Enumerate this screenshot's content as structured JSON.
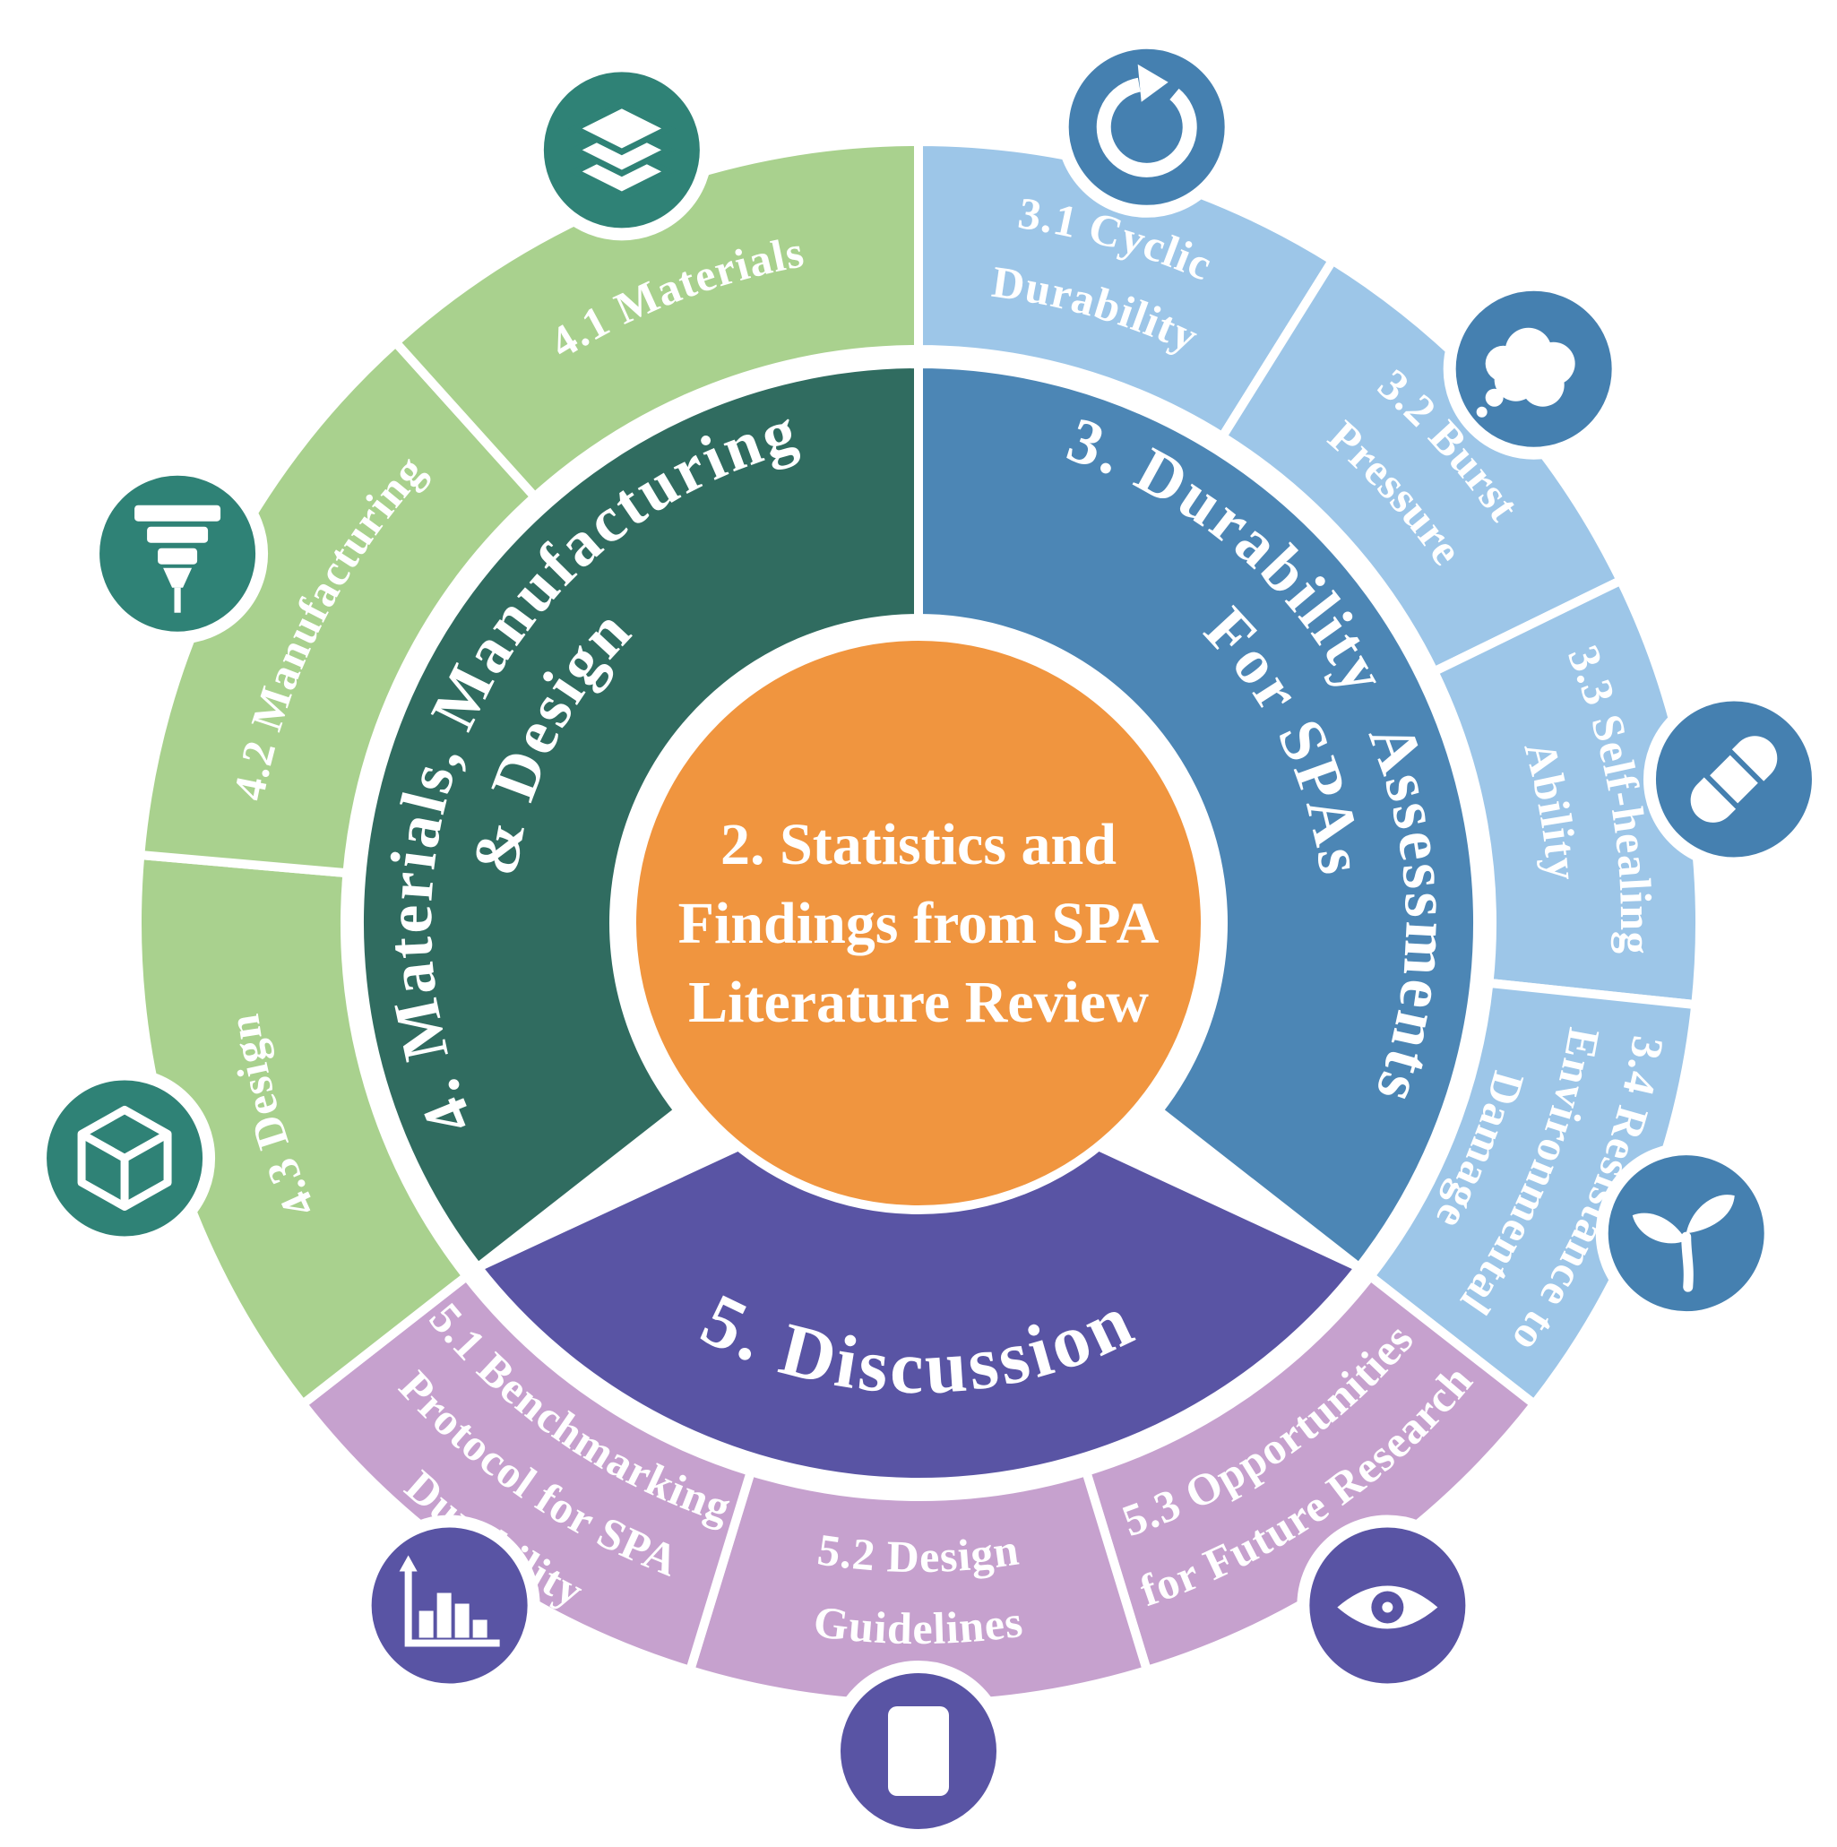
{
  "figure": {
    "background": "#ffffff",
    "center": {
      "lines": [
        "2. Statistics and",
        "Findings from SPA",
        "Literature Review"
      ],
      "color": "#F0953F"
    },
    "inner_sections": [
      {
        "id": "section-3-durability",
        "color": "#4C86B5",
        "start": 0,
        "end": 128,
        "shape": "annular",
        "readable": false,
        "lines": [
          {
            "text": "3. Durability  Assessments",
            "r": 272
          },
          {
            "text": "For SPAs",
            "r": 226
          }
        ]
      },
      {
        "id": "section-5-discussion",
        "color": "#5954A4",
        "start": 128,
        "end": 232,
        "shape": "wedge",
        "readable": true,
        "lines": [
          {
            "text": "5. Discussion",
            "r": 262
          }
        ]
      },
      {
        "id": "section-4-materials-mfg-design",
        "color": "#306C60",
        "start": 232,
        "end": 360,
        "shape": "annular",
        "readable": false,
        "lines": [
          {
            "text": "4. Materials, Manufacturing",
            "r": 272
          },
          {
            "text": "& Design",
            "r": 226
          }
        ]
      }
    ],
    "outer_segments": [
      {
        "id": "segment-3-1",
        "color": "#9DC6E8",
        "start": 0,
        "end": 32,
        "readable": false,
        "icon": "cycle-icon",
        "icon_color": "#4580B0",
        "lines": [
          {
            "text": "3.1 Cyclic",
            "r": 392
          },
          {
            "text": "Durability",
            "r": 352
          }
        ]
      },
      {
        "id": "segment-3-2",
        "color": "#9DC6E8",
        "start": 32,
        "end": 64,
        "readable": false,
        "icon": "burst-icon",
        "icon_color": "#4580B0",
        "lines": [
          {
            "text": "3.2 Burst",
            "r": 392
          },
          {
            "text": "Pressure",
            "r": 352
          }
        ]
      },
      {
        "id": "segment-3-3",
        "color": "#9DC6E8",
        "start": 64,
        "end": 96,
        "readable": false,
        "icon": "bandage-icon",
        "icon_color": "#4580B0",
        "lines": [
          {
            "text": "3.3 Self-healing",
            "r": 392
          },
          {
            "text": "Ability",
            "r": 352
          }
        ]
      },
      {
        "id": "segment-3-4",
        "color": "#9DC6E8",
        "start": 96,
        "end": 128,
        "readable": false,
        "icon": "sprout-icon",
        "icon_color": "#4580B0",
        "lines": [
          {
            "text": "3.4 Resistance to",
            "r": 404
          },
          {
            "text": "Environmental",
            "r": 368
          },
          {
            "text": "Damage",
            "r": 332
          }
        ]
      },
      {
        "id": "segment-5-3",
        "color": "#C6A1CE",
        "start": 128,
        "end": 163,
        "readable": true,
        "icon": "eye-icon",
        "icon_color": "#5954A4",
        "lines": [
          {
            "text": "5.3 Opportunities",
            "r": 362
          },
          {
            "text": "for Future Research",
            "r": 402
          }
        ]
      },
      {
        "id": "segment-5-2",
        "color": "#C6A1CE",
        "start": 163,
        "end": 197,
        "readable": true,
        "icon": "page-icon",
        "icon_color": "#5954A4",
        "lines": [
          {
            "text": "5.2 Design",
            "r": 362
          },
          {
            "text": "Guidelines",
            "r": 402
          }
        ]
      },
      {
        "id": "segment-5-1",
        "color": "#C6A1CE",
        "start": 197,
        "end": 232,
        "readable": true,
        "icon": "chart-icon",
        "icon_color": "#5954A4",
        "lines": [
          {
            "text": "5.1 Benchmarking",
            "r": 352
          },
          {
            "text": "Protocol for SPA",
            "r": 390
          },
          {
            "text": "Durability",
            "r": 428
          }
        ]
      },
      {
        "id": "segment-4-3",
        "color": "#A9D18E",
        "start": 232,
        "end": 275,
        "readable": false,
        "icon": "cube-icon",
        "icon_color": "#2F8276",
        "lines": [
          {
            "text": "4.3 Design",
            "r": 372
          }
        ]
      },
      {
        "id": "segment-4-2",
        "color": "#A9D18E",
        "start": 275,
        "end": 318,
        "readable": false,
        "icon": "printer-icon",
        "icon_color": "#2F8276",
        "lines": [
          {
            "text": "4.2 Manufacturing",
            "r": 372
          }
        ]
      },
      {
        "id": "segment-4-1",
        "color": "#A9D18E",
        "start": 318,
        "end": 360,
        "readable": false,
        "icon": "layers-icon",
        "icon_color": "#2F8276",
        "lines": [
          {
            "text": "4.1 Materials",
            "r": 372
          }
        ]
      }
    ]
  }
}
